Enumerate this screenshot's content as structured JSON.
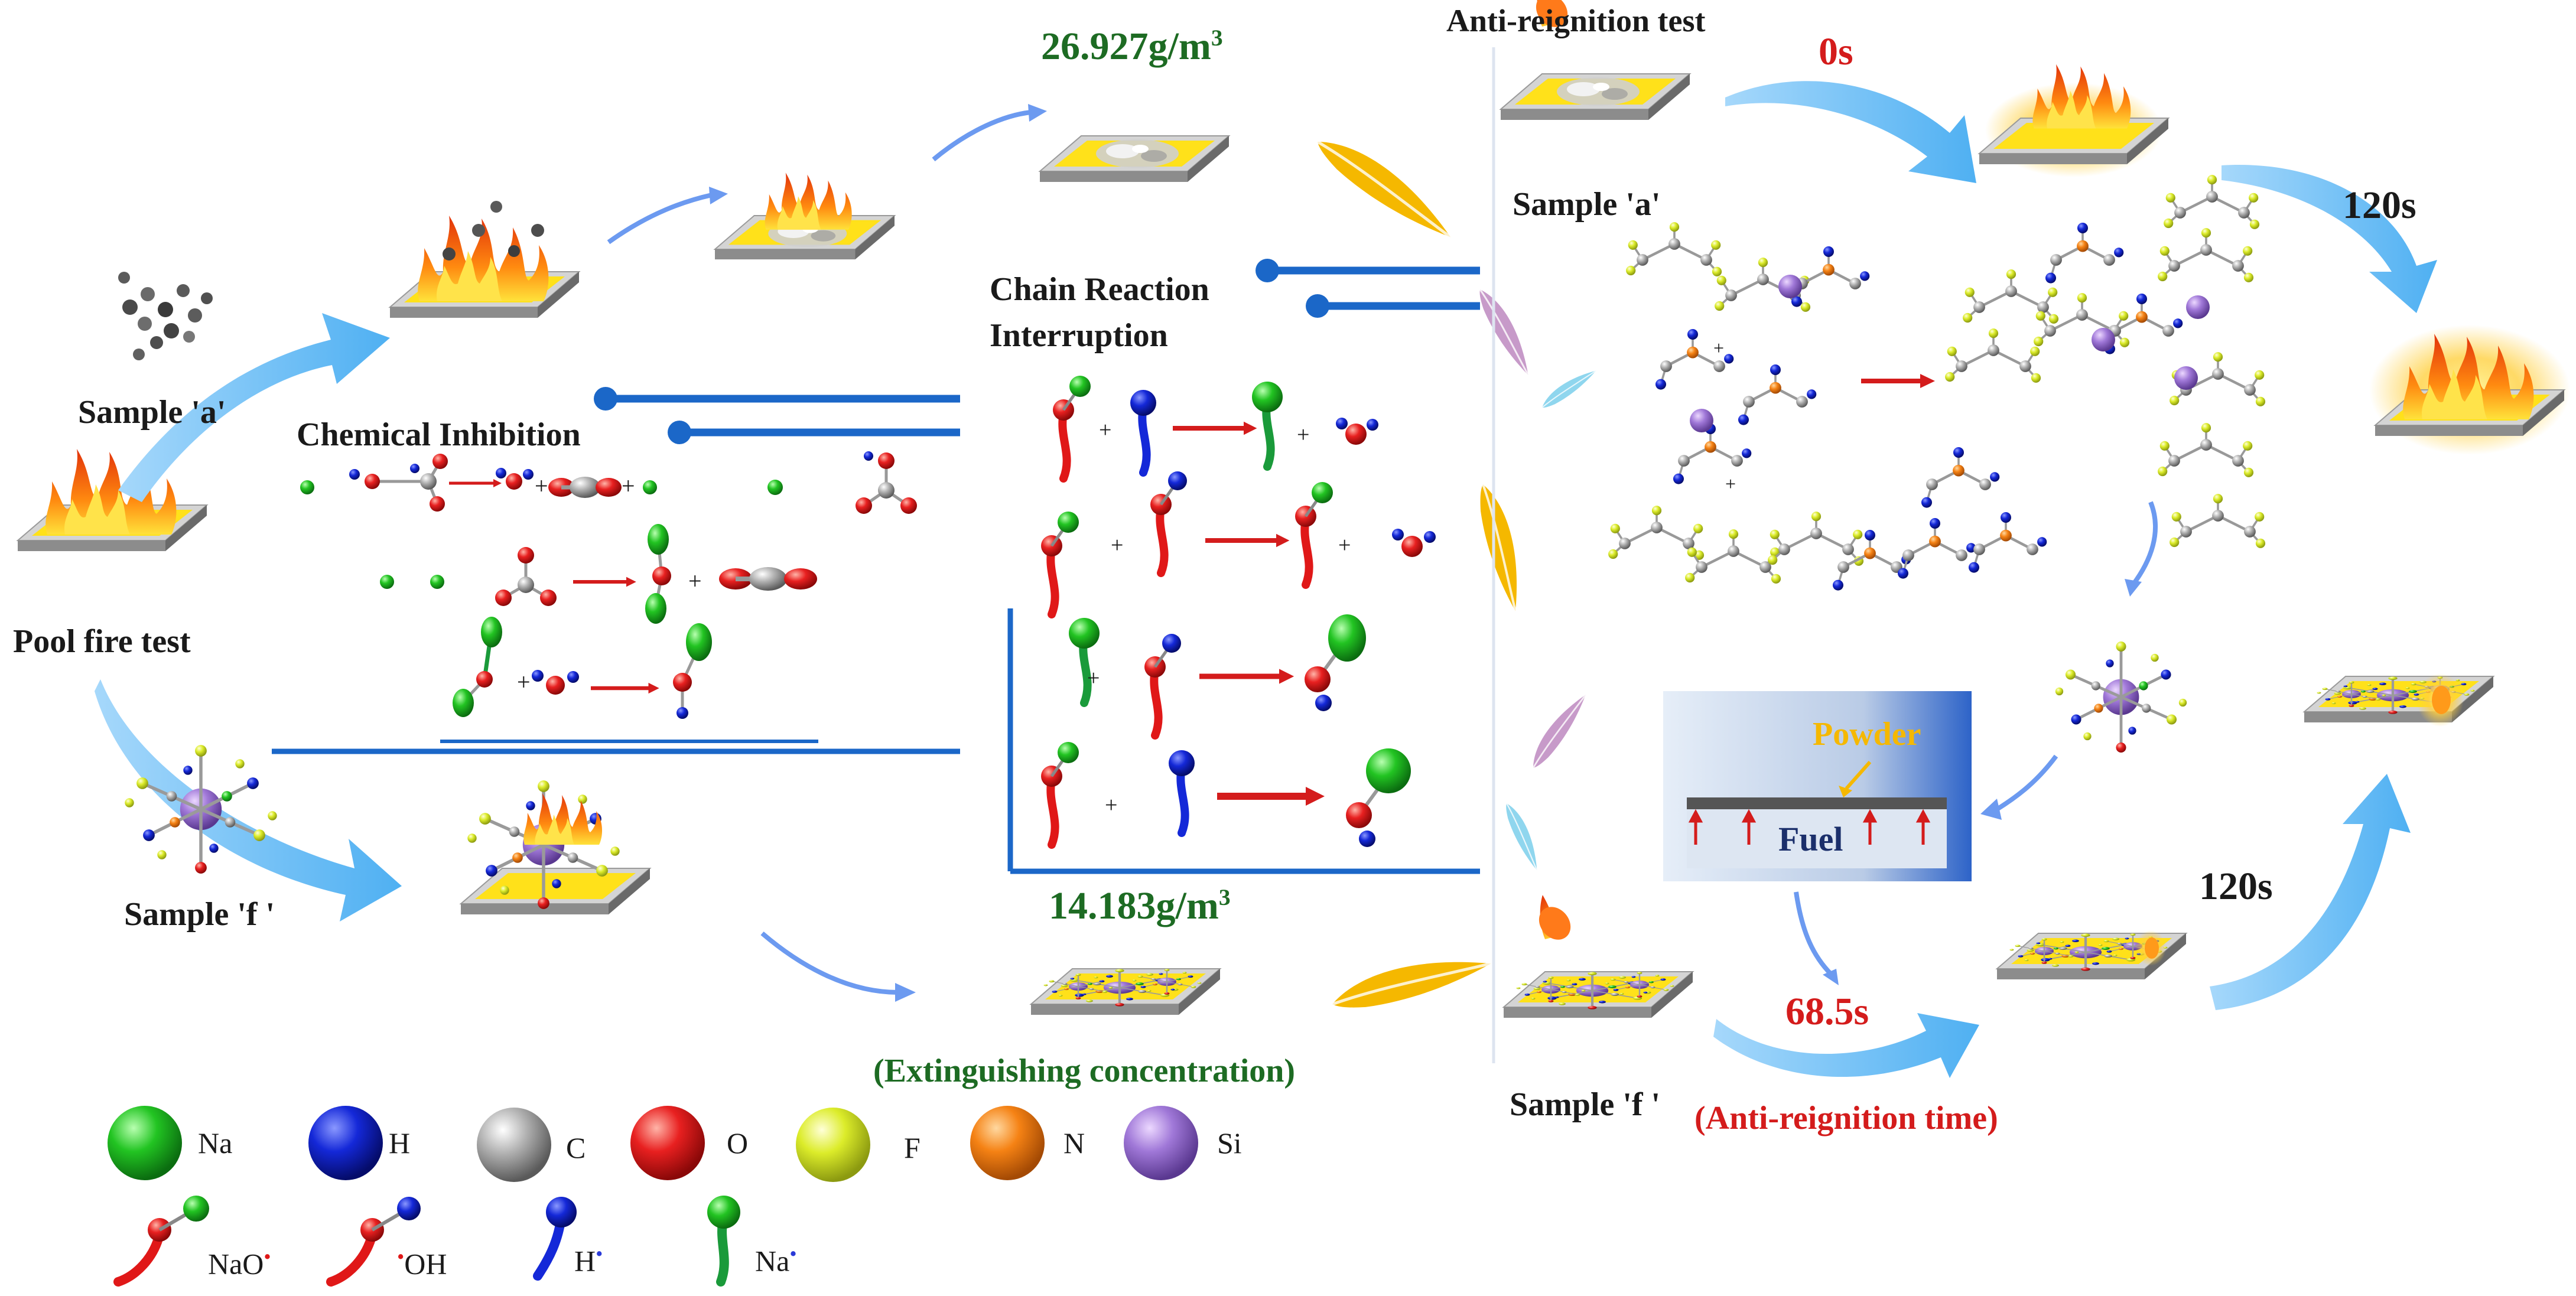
{
  "labels": {
    "anti_reignition_test": "Anti-reignition test",
    "conc_a_value": "26.927g/m",
    "conc_a_sup": "3",
    "conc_f_value": "14.183g/m",
    "conc_f_sup": "3",
    "extinguishing_concentration": "(Extinguishing concentration)",
    "time_zero": "0s",
    "time_120_top": "120s",
    "time_120_bottom": "120s",
    "time_68": "68.5s",
    "anti_reignition_time": "(Anti-reignition time)",
    "sample_a_left": "Sample 'a'",
    "sample_a_right": "Sample 'a'",
    "sample_f_left": "Sample 'f '",
    "sample_f_right": "Sample 'f '",
    "pool_fire_test": "Pool fire test",
    "chemical_inhibition": "Chemical Inhibition",
    "chain_reaction_1": "Chain Reaction",
    "chain_reaction_2": "Interruption",
    "powder": "Powder",
    "fuel": "Fuel"
  },
  "legend": {
    "atoms": [
      {
        "symbol": "Na",
        "color": "#1db31d"
      },
      {
        "symbol": "H",
        "color": "#1428d8"
      },
      {
        "symbol": "C",
        "color": "#9a9a9a"
      },
      {
        "symbol": "O",
        "color": "#e01818"
      },
      {
        "symbol": "F",
        "color": "#d8e81c"
      },
      {
        "symbol": "N",
        "color": "#f07a10"
      },
      {
        "symbol": "Si",
        "color": "#9a6ad0"
      }
    ],
    "radicals": [
      {
        "label": "NaO",
        "mark": "•"
      },
      {
        "label": "OH",
        "mark": "•"
      },
      {
        "label": "H",
        "mark": "•"
      },
      {
        "label": "Na",
        "mark": "•"
      }
    ]
  },
  "colors": {
    "arrow_blue": "#6fbdf4",
    "line_blue": "#1b67c8",
    "reaction_arrow": "#d41c1c",
    "feather_yellow": "#f5b800",
    "feather_pink": "#c79ac9",
    "feather_cyan": "#8fd6ee",
    "label_green": "#1d6b23",
    "label_red": "#d41c1c"
  }
}
